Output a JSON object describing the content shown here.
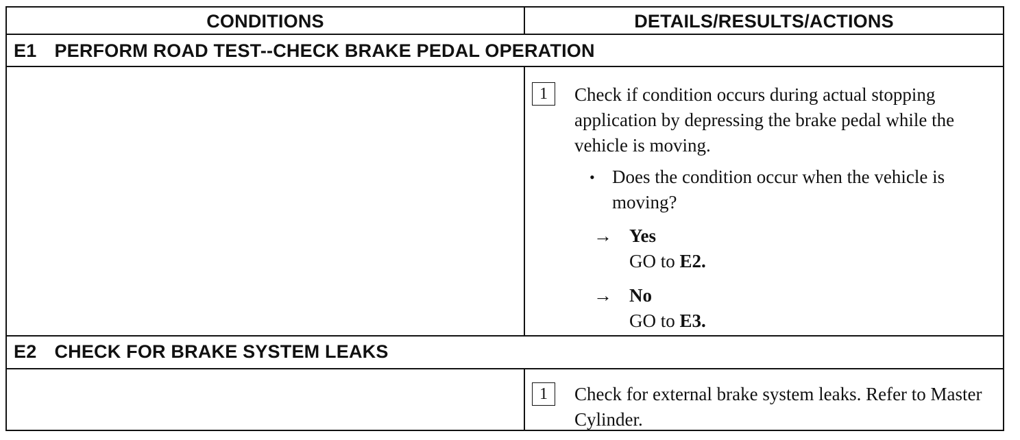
{
  "header": {
    "conditions": "CONDITIONS",
    "details": "DETAILS/RESULTS/ACTIONS"
  },
  "steps": [
    {
      "id": "E1",
      "title": "PERFORM ROAD TEST--CHECK BRAKE PEDAL OPERATION",
      "action_number": "1",
      "action_text": "Check if condition occurs during actual stopping application by depressing the brake pedal while the vehicle is moving.",
      "question": "Does the condition occur when the vehicle is moving?",
      "answers": [
        {
          "arrow": "→",
          "label": "Yes",
          "goto_prefix": "GO to",
          "goto_target": "E2."
        },
        {
          "arrow": "→",
          "label": "No",
          "goto_prefix": "GO to",
          "goto_target": "E3."
        }
      ]
    },
    {
      "id": "E2",
      "title": "CHECK FOR BRAKE SYSTEM LEAKS",
      "action_number": "1",
      "action_text": "Check for external brake system leaks. Refer to Master Cylinder."
    }
  ]
}
